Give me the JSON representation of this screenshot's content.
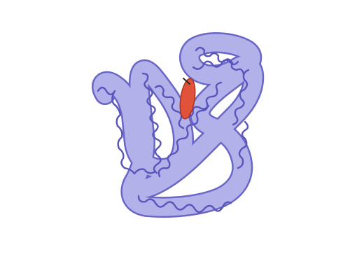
{
  "diagram": {
    "type": "protein-tertiary-structure",
    "colors": {
      "background": "#ffffff",
      "tube_fill": "#b3b1ea",
      "tube_outline": "#6a66c6",
      "helix_line": "#5a55bb",
      "heme_fill": "#e0523a",
      "heme_outline": "#a8331f",
      "iron_marker": "#222222"
    },
    "elements": {
      "chain": "polypeptide-tube",
      "helix": "alpha-helix-squiggle",
      "heme": "heme-group",
      "iron": "iron-marker"
    }
  }
}
